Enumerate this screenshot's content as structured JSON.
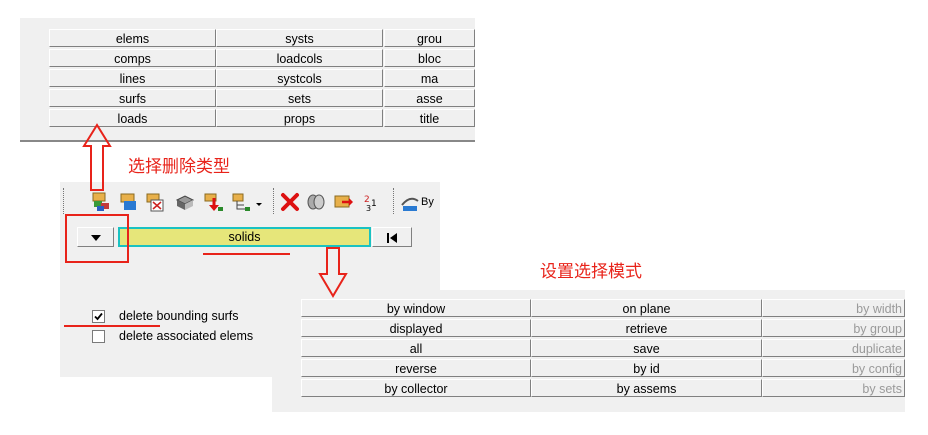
{
  "delete_type_panel": {
    "columns": [
      [
        "elems",
        "comps",
        "lines",
        "surfs",
        "loads"
      ],
      [
        "systs",
        "loadcols",
        "systcols",
        "sets",
        "props"
      ],
      [
        "grou",
        "bloc",
        "ma",
        "asse",
        "title"
      ]
    ]
  },
  "annotations": {
    "select_delete_type": "选择删除类型",
    "set_select_mode": "设置选择模式"
  },
  "toolbar": {
    "partial_label": "By ",
    "icons": [
      "assembly-icon",
      "component-icon",
      "table-icon",
      "solid-select-icon",
      "move-down-icon",
      "tree-icon",
      "delete-icon",
      "cylinders-icon",
      "folder-arrow-icon",
      "numbering-icon",
      "view-icon"
    ]
  },
  "selector": {
    "entity_value": "solids",
    "dropdown_icon": "triangle-down-icon",
    "reset_icon": "skip-start-icon"
  },
  "options": {
    "delete_bounding_surfs": {
      "label": "delete bounding surfs",
      "checked": true
    },
    "delete_associated_elems": {
      "label": "delete associated elems",
      "checked": false
    }
  },
  "selection_mode_menu": {
    "columns": [
      [
        {
          "label": "by window",
          "enabled": true
        },
        {
          "label": "displayed",
          "enabled": true
        },
        {
          "label": "all",
          "enabled": true
        },
        {
          "label": "reverse",
          "enabled": true
        },
        {
          "label": "by collector",
          "enabled": true
        }
      ],
      [
        {
          "label": "on plane",
          "enabled": true
        },
        {
          "label": "retrieve",
          "enabled": true
        },
        {
          "label": "save",
          "enabled": true
        },
        {
          "label": "by id",
          "enabled": true
        },
        {
          "label": "by assems",
          "enabled": true
        }
      ],
      [
        {
          "label": "by width",
          "enabled": false
        },
        {
          "label": "by group",
          "enabled": false
        },
        {
          "label": "duplicate",
          "enabled": false
        },
        {
          "label": "by config",
          "enabled": false
        },
        {
          "label": "by sets",
          "enabled": false
        }
      ]
    ]
  },
  "colors": {
    "annotation_red": "#e8231a",
    "entity_field_bg": "#e6e67a",
    "entity_field_border": "#19c2c2"
  }
}
